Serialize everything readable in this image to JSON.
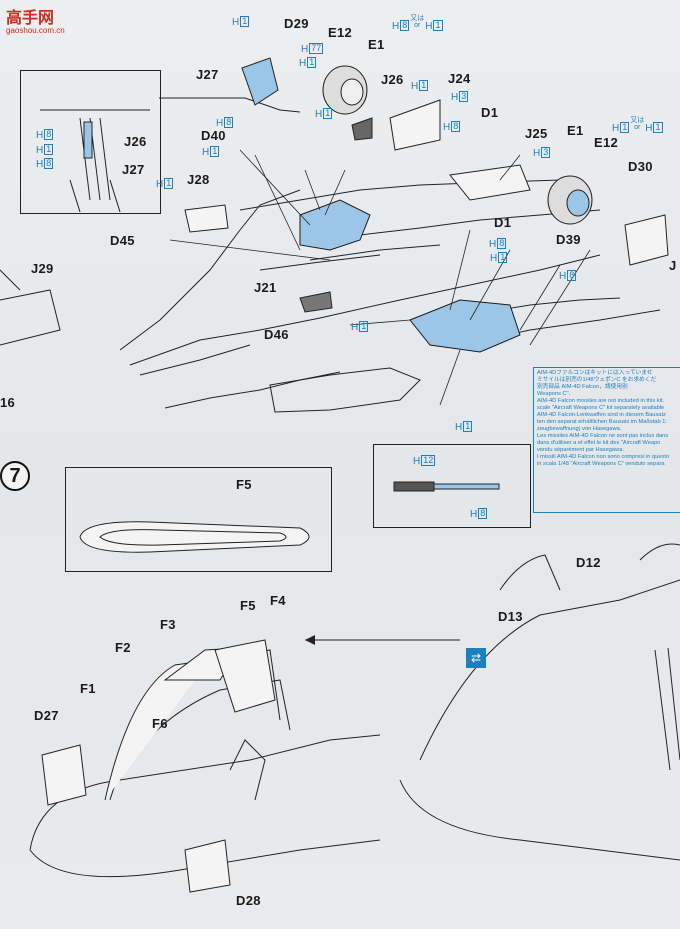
{
  "watermark": {
    "site_name": "高手网",
    "site_url": "gaoshou.com.cn"
  },
  "step_number": "7",
  "part_labels": {
    "D29": "D29",
    "E12a": "E12",
    "E1a": "E1",
    "J27a": "J27",
    "J26a": "J26",
    "J24": "J24",
    "D40": "D40",
    "D1a": "D1",
    "J25": "J25",
    "E1b": "E1",
    "E12b": "E12",
    "D30": "D30",
    "J28": "J28",
    "D45": "D45",
    "D1b": "D1",
    "D39": "D39",
    "J29": "J29",
    "J21": "J21",
    "D46": "D46",
    "n16": "16",
    "J26b": "J26",
    "J27b": "J27",
    "F5a": "F5",
    "F5b": "F5",
    "F4": "F4",
    "F3": "F3",
    "F2": "F2",
    "F1": "F1",
    "F6": "F6",
    "D27": "D27",
    "D28": "D28",
    "D12": "D12",
    "D13": "D13",
    "Jedge": "J"
  },
  "color_refs": {
    "h1_prefix": "H",
    "h1_num": "1",
    "h8_prefix": "H",
    "h8_num": "8",
    "h3_prefix": "H",
    "h3_num": "3",
    "h12_prefix": "H",
    "h12_num": "12",
    "h77_prefix": "H",
    "h77_num": "77",
    "or_jp": "又は",
    "or_en": "or"
  },
  "note": {
    "lines": [
      "AIM-4Dファルコンはキットには入っていませ",
      "ミサイルは別売の1/48ウェポンC をお求めくだ",
      "別売部品 AIM-4D Falcon，請使用別",
      "Weapons C\".",
      "AIM-4D Falcon missiles are not included in this kit.",
      "scale \"Aircraft Weapons C\" kit separately available",
      "AIM-4D Falcon-Lenkwaffen sind in diesem Bausatz",
      "ten den separat erhältlichen Bausatz im Maßstab 1:",
      "zeugbewaffnung) von Hasegawa.",
      "Les missiles AIM-4D Falcon ne sont pas inclus dans",
      "dans d'utiliser a et effet le kit des \"Aircraft Weapo",
      "vendu séparément par Hasegawa.",
      "I missili AIM-4D Falcon non sono compresi in questo",
      "in scala 1/48 \"Aircraft Weapons C\" venduto separa"
    ]
  }
}
